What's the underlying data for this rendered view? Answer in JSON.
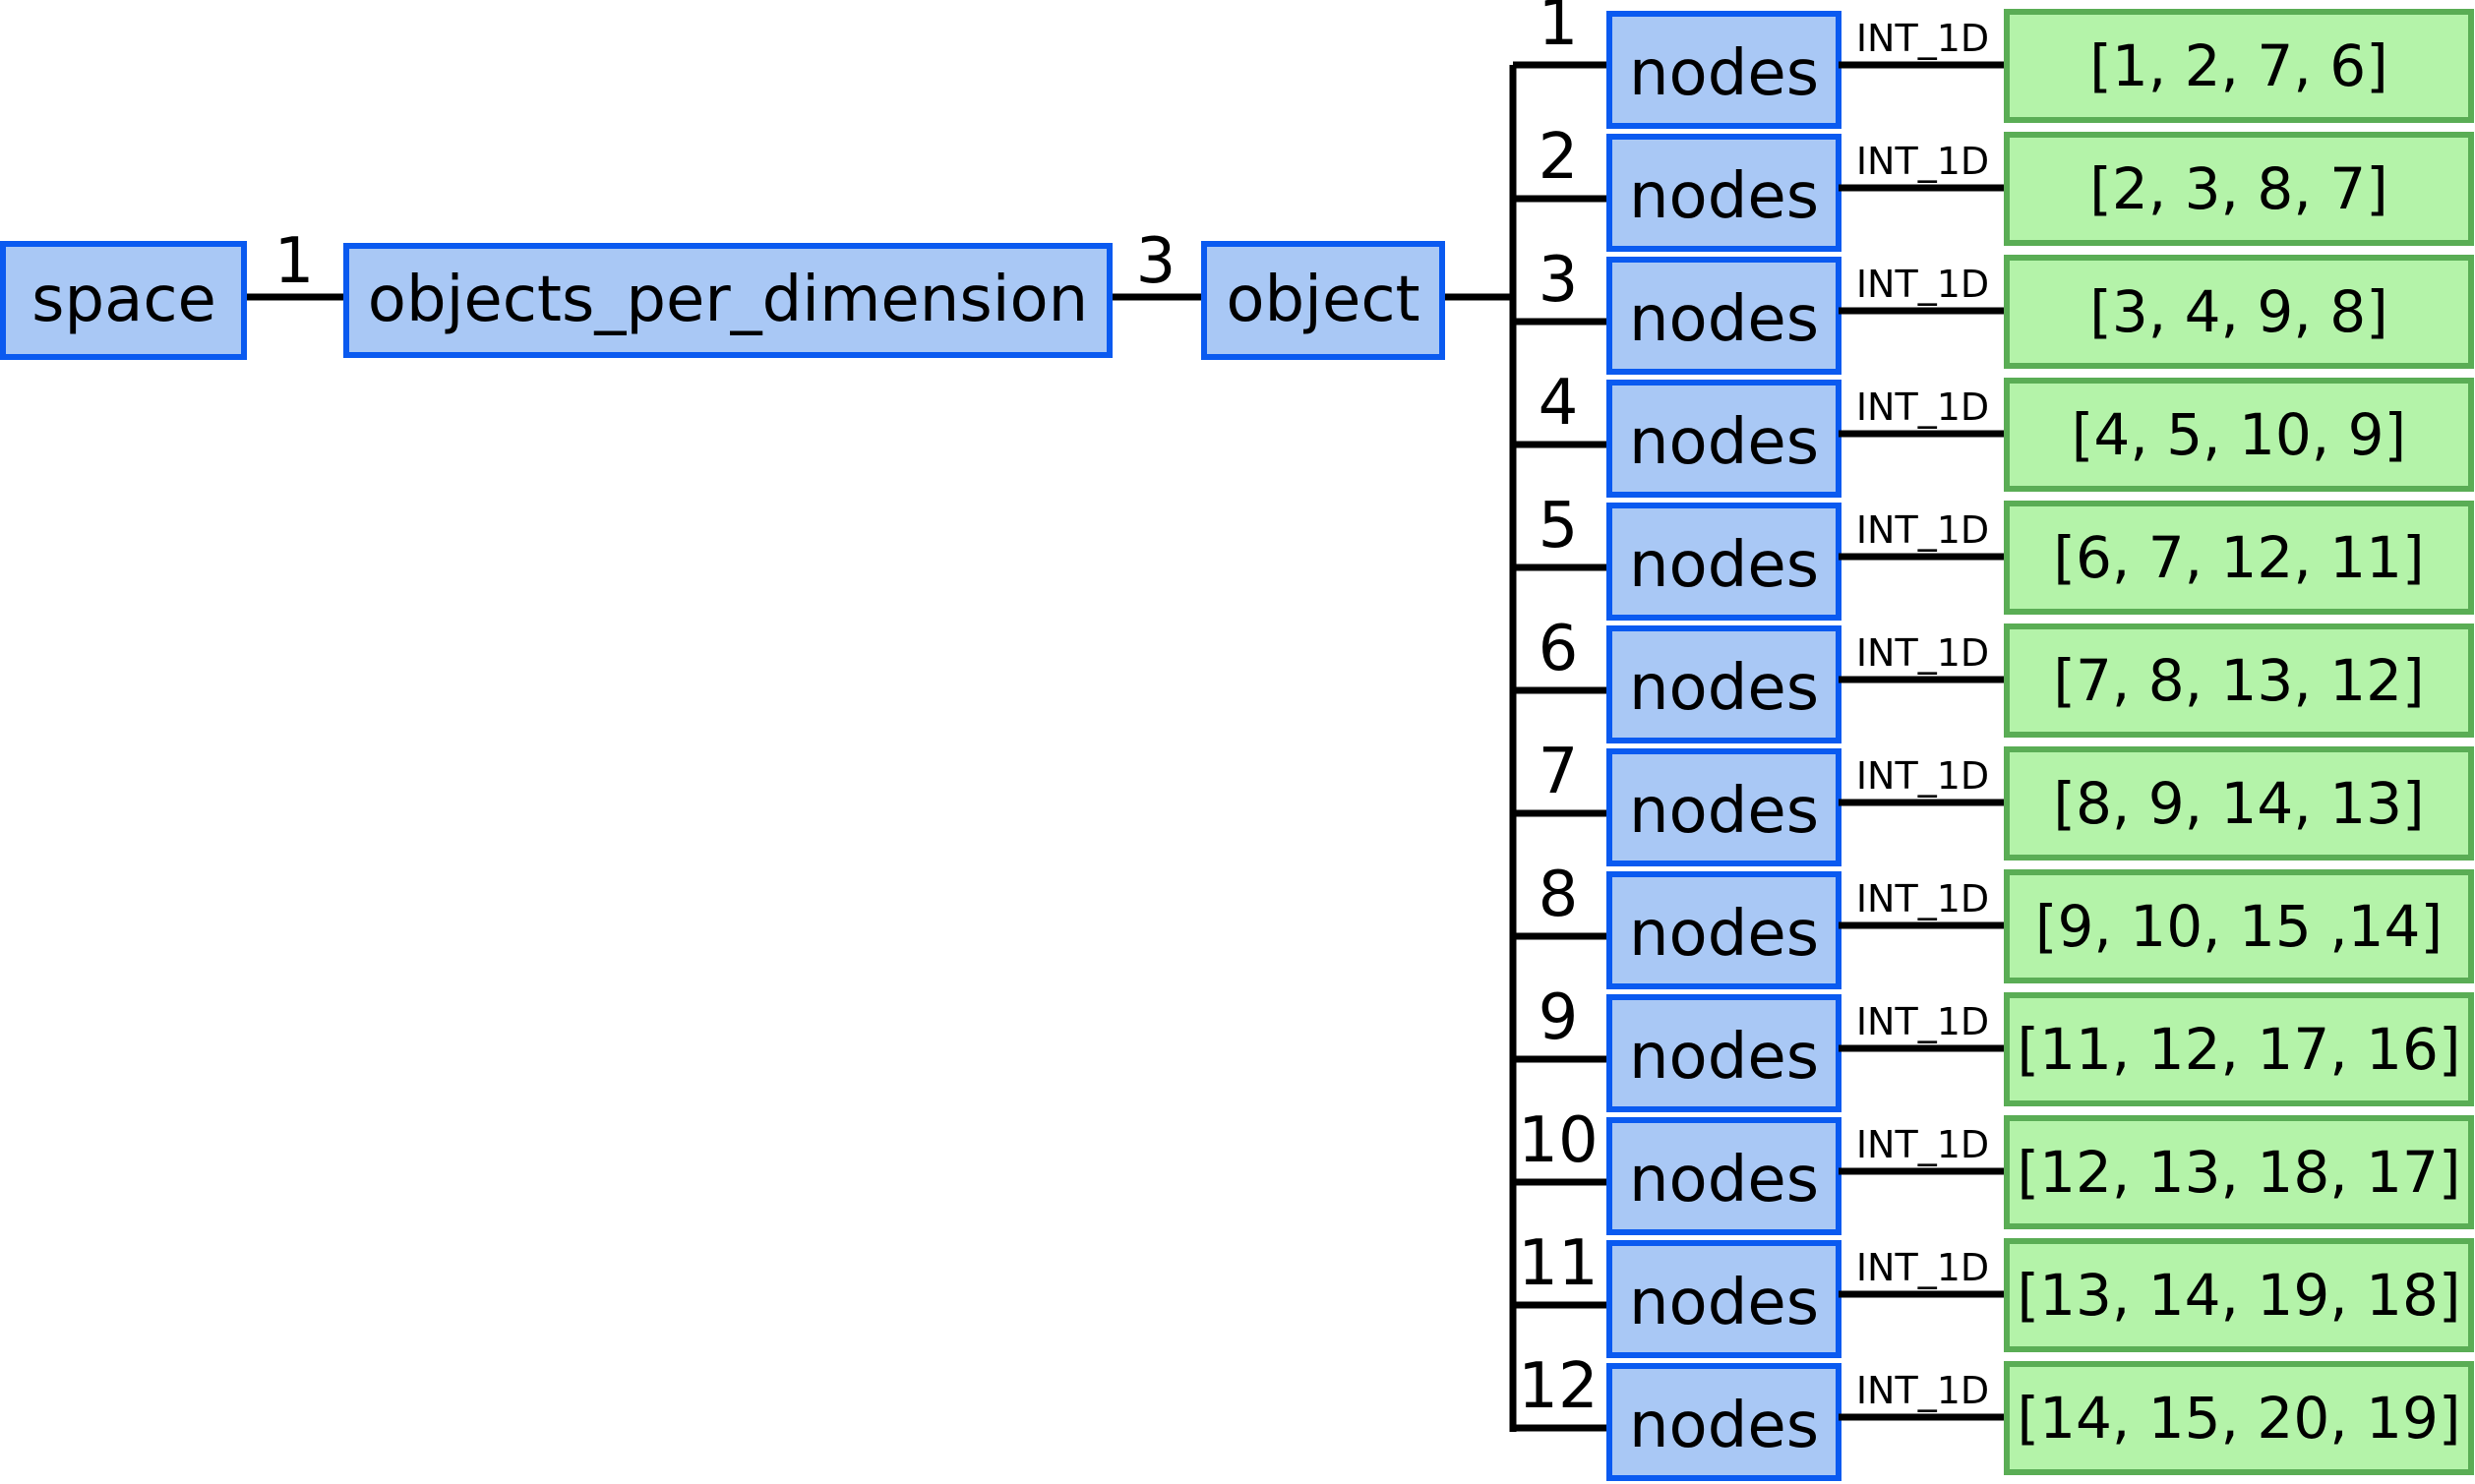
{
  "root": {
    "label": "space"
  },
  "opd": {
    "label": "objects_per_dimension",
    "edge_label": "1"
  },
  "object": {
    "label": "object",
    "edge_label": "3"
  },
  "nodes": [
    {
      "index": "1",
      "label": "nodes",
      "type": "INT_1D",
      "value": "[1, 2, 7, 6]"
    },
    {
      "index": "2",
      "label": "nodes",
      "type": "INT_1D",
      "value": "[2, 3, 8, 7]"
    },
    {
      "index": "3",
      "label": "nodes",
      "type": "INT_1D",
      "value": "[3, 4, 9, 8]"
    },
    {
      "index": "4",
      "label": "nodes",
      "type": "INT_1D",
      "value": "[4, 5, 10, 9]"
    },
    {
      "index": "5",
      "label": "nodes",
      "type": "INT_1D",
      "value": "[6, 7, 12, 11]"
    },
    {
      "index": "6",
      "label": "nodes",
      "type": "INT_1D",
      "value": "[7, 8, 13, 12]"
    },
    {
      "index": "7",
      "label": "nodes",
      "type": "INT_1D",
      "value": "[8, 9, 14, 13]"
    },
    {
      "index": "8",
      "label": "nodes",
      "type": "INT_1D",
      "value": "[9, 10, 15 ,14]"
    },
    {
      "index": "9",
      "label": "nodes",
      "type": "INT_1D",
      "value": "[11, 12, 17, 16]"
    },
    {
      "index": "10",
      "label": "nodes",
      "type": "INT_1D",
      "value": "[12, 13, 18, 17]"
    },
    {
      "index": "11",
      "label": "nodes",
      "type": "INT_1D",
      "value": "[13, 14, 19, 18]"
    },
    {
      "index": "12",
      "label": "nodes",
      "type": "INT_1D",
      "value": "[14, 15, 20, 19]"
    }
  ],
  "colors": {
    "node_fill": "#a9c8f5",
    "node_border": "#0a5af0",
    "value_fill": "#b4f3a9",
    "value_border": "#5aad55"
  }
}
